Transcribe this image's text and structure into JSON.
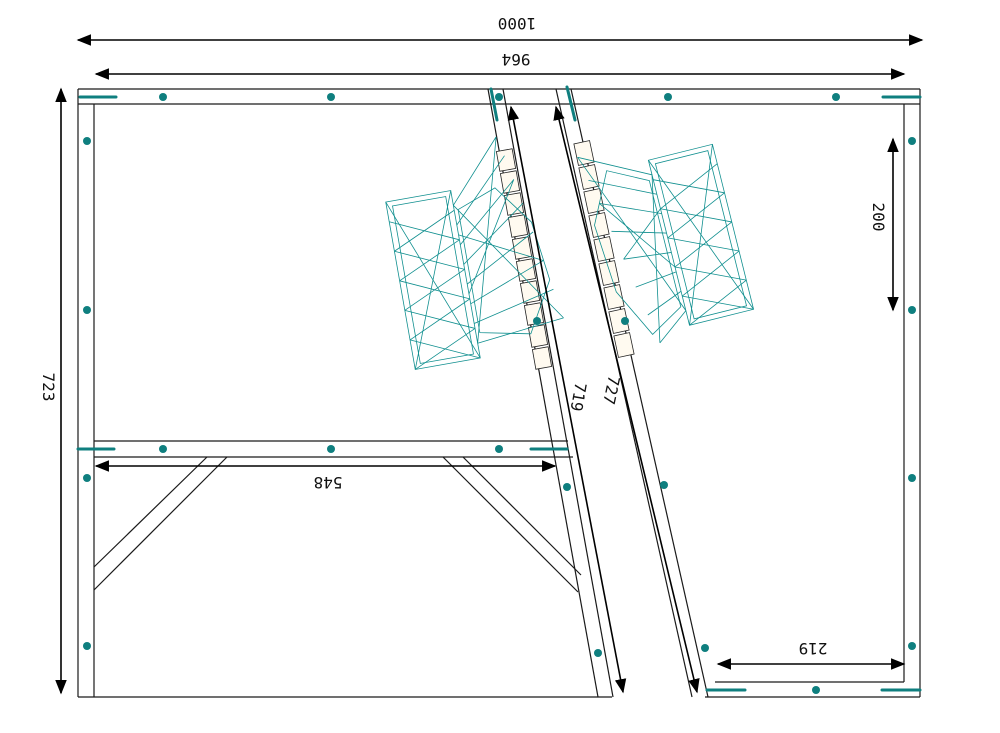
{
  "dimensions": {
    "overall_width": "1000",
    "inner_width": "964",
    "overall_height": "723",
    "shelf_length": "548",
    "left_rail_length": "719",
    "right_rail_length": "727",
    "right_offset": "200",
    "bottom_right_width": "219"
  },
  "colors": {
    "frame": "#1a1a1a",
    "fastener": "#0f7f7f",
    "mesh": "#108f8f",
    "dimension": "#000000"
  },
  "icons": {
    "hole": "bolt-hole-icon",
    "bolt": "bolt-bar-icon",
    "wheel_left": "tracked-wheel-left",
    "wheel_right": "tracked-wheel-right"
  }
}
